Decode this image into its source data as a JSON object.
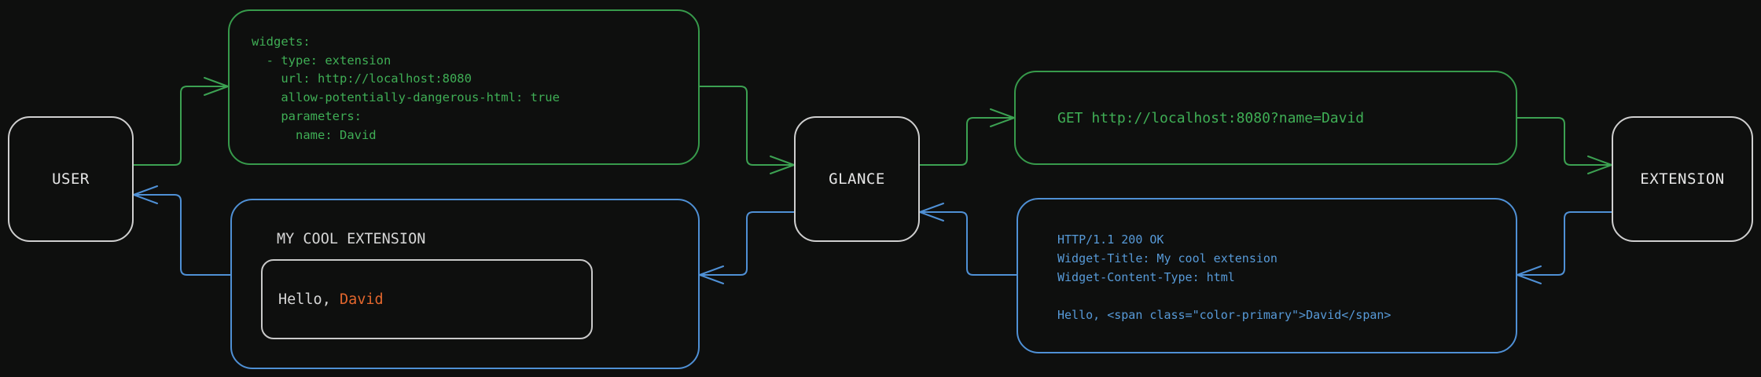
{
  "colors": {
    "background": "#0e0f0e",
    "request_green": "#3ca152",
    "response_blue": "#4f90d5",
    "node_border": "#cfcfcf",
    "text_light": "#d6d6d6",
    "accent_orange": "#e2662d"
  },
  "nodes": {
    "user": {
      "label": "USER"
    },
    "glance": {
      "label": "GLANCE"
    },
    "extension": {
      "label": "EXTENSION"
    }
  },
  "messages": {
    "config": {
      "yaml": "widgets:\n  - type: extension\n    url: http://localhost:8080\n    allow-potentially-dangerous-html: true\n    parameters:\n      name: David"
    },
    "request": {
      "line": "GET http://localhost:8080?name=David"
    },
    "response": {
      "raw": "HTTP/1.1 200 OK\nWidget-Title: My cool extension\nWidget-Content-Type: html\n\nHello, <span class=\"color-primary\">David</span>"
    },
    "widget_preview": {
      "title": "MY COOL EXTENSION",
      "greeting_prefix": "Hello, ",
      "greeting_name": "David"
    }
  }
}
